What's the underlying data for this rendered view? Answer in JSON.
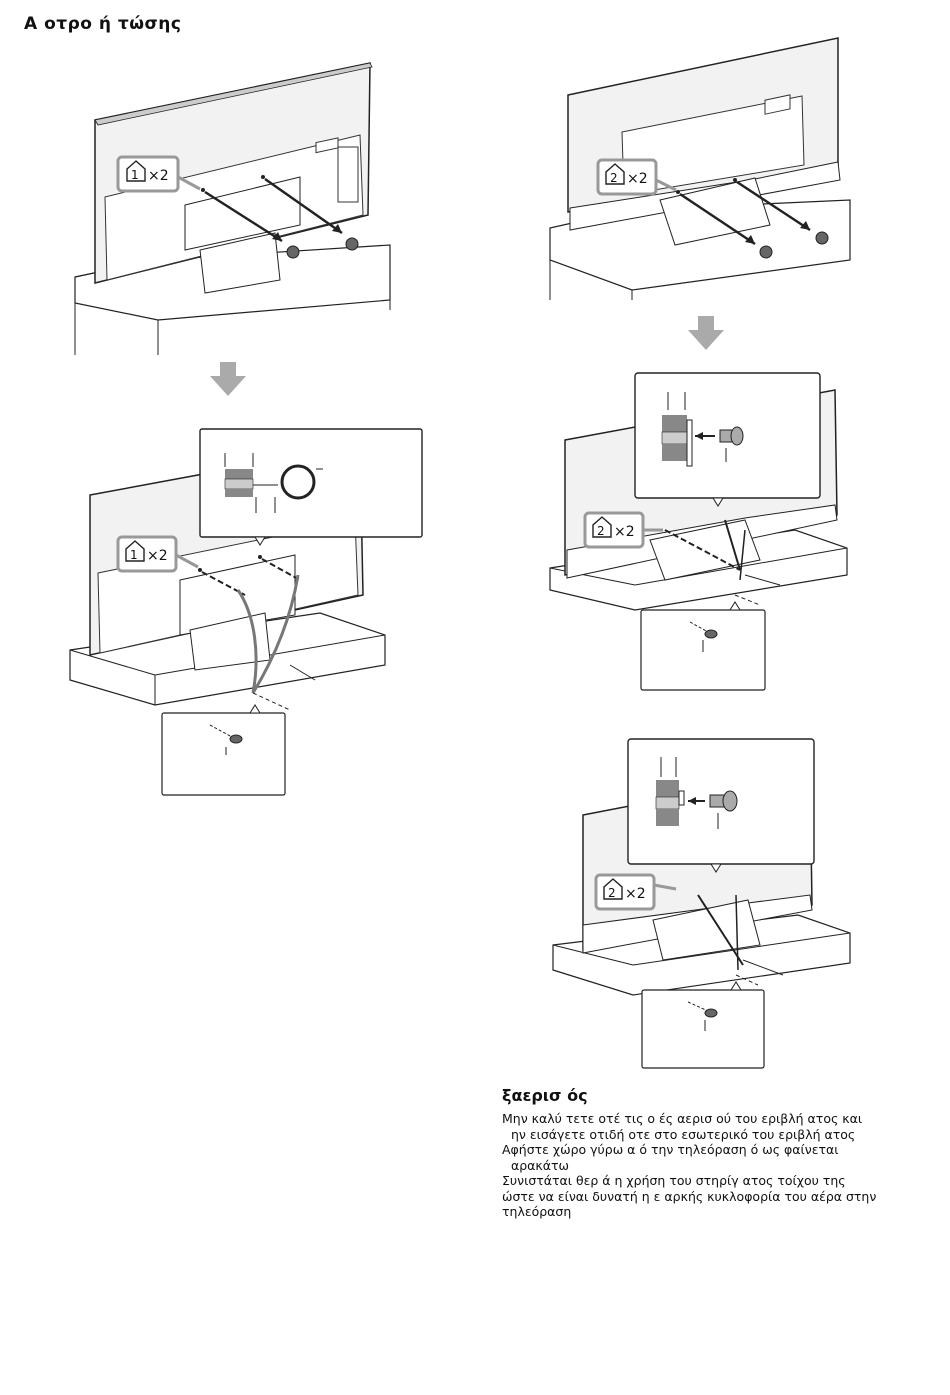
{
  "page": {
    "heading": "Α οτρο ή τώσης"
  },
  "figures": {
    "step1_badge": "×2",
    "step1_number": "1",
    "step2_badge": "×2",
    "step2_number": "2"
  },
  "ventilation": {
    "title": "ξαερισ ός",
    "lines": [
      "Μην καλύ τετε οτέ τις ο ές αερισ ού του εριβλή ατος και",
      "ην εισάγετε οτιδή οτε στο εσωτερικό του εριβλή ατος",
      "Αφήστε χώρο γύρω α ό την τηλεόραση ό ως φαίνεται",
      "αρακάτω",
      "Συνιστάται θερ ά η χρήση του στηρίγ ατος τοίχου της",
      "ώστε να είναι δυνατή η ε αρκής κυκλοφορία του αέρα στην",
      "τηλεόραση"
    ]
  }
}
